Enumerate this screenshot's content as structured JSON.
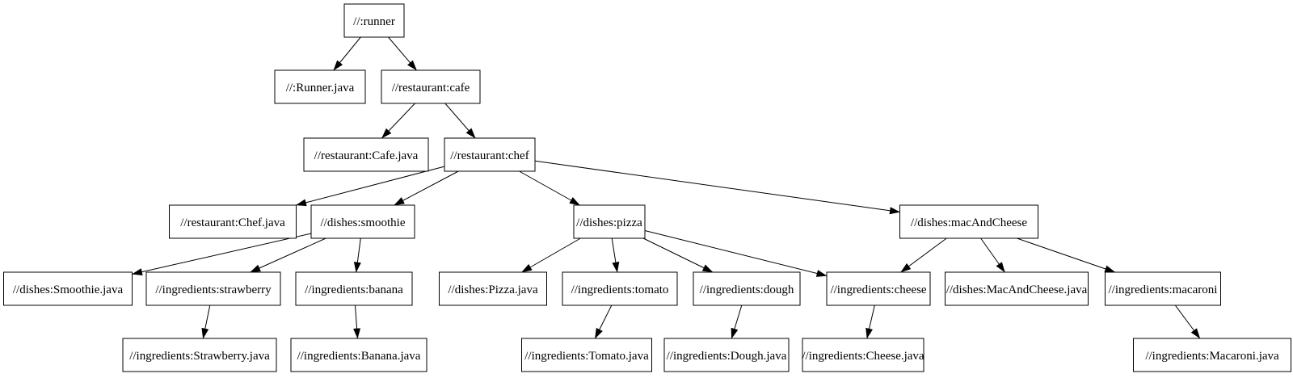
{
  "diagram": {
    "type": "dependency-graph",
    "background_color": "#ffffff",
    "node_fill_color": "#ffffff",
    "node_border_color": "#000000",
    "edge_color": "#000000",
    "text_color": "#000000",
    "nodes": [
      {
        "id": "runner",
        "label": "//:runner"
      },
      {
        "id": "runner_java",
        "label": "//:Runner.java"
      },
      {
        "id": "cafe",
        "label": "//restaurant:cafe"
      },
      {
        "id": "cafe_java",
        "label": "//restaurant:Cafe.java"
      },
      {
        "id": "chef",
        "label": "//restaurant:chef"
      },
      {
        "id": "chef_java",
        "label": "//restaurant:Chef.java"
      },
      {
        "id": "smoothie",
        "label": "//dishes:smoothie"
      },
      {
        "id": "pizza",
        "label": "//dishes:pizza"
      },
      {
        "id": "macAndCheese",
        "label": "//dishes:macAndCheese"
      },
      {
        "id": "smoothie_java",
        "label": "//dishes:Smoothie.java"
      },
      {
        "id": "strawberry",
        "label": "//ingredients:strawberry"
      },
      {
        "id": "banana",
        "label": "//ingredients:banana"
      },
      {
        "id": "pizza_java",
        "label": "//dishes:Pizza.java"
      },
      {
        "id": "tomato",
        "label": "//ingredients:tomato"
      },
      {
        "id": "dough",
        "label": "//ingredients:dough"
      },
      {
        "id": "cheese",
        "label": "//ingredients:cheese"
      },
      {
        "id": "macAndCheese_java",
        "label": "//dishes:MacAndCheese.java"
      },
      {
        "id": "macaroni",
        "label": "//ingredients:macaroni"
      },
      {
        "id": "strawberry_java",
        "label": "//ingredients:Strawberry.java"
      },
      {
        "id": "banana_java",
        "label": "//ingredients:Banana.java"
      },
      {
        "id": "tomato_java",
        "label": "//ingredients:Tomato.java"
      },
      {
        "id": "dough_java",
        "label": "//ingredients:Dough.java"
      },
      {
        "id": "cheese_java",
        "label": "//ingredients:Cheese.java"
      },
      {
        "id": "macaroni_java",
        "label": "//ingredients:Macaroni.java"
      }
    ],
    "edges": [
      [
        "runner",
        "runner_java"
      ],
      [
        "runner",
        "cafe"
      ],
      [
        "cafe",
        "cafe_java"
      ],
      [
        "cafe",
        "chef"
      ],
      [
        "chef",
        "chef_java"
      ],
      [
        "chef",
        "smoothie"
      ],
      [
        "chef",
        "pizza"
      ],
      [
        "chef",
        "macAndCheese"
      ],
      [
        "smoothie",
        "smoothie_java"
      ],
      [
        "smoothie",
        "strawberry"
      ],
      [
        "smoothie",
        "banana"
      ],
      [
        "pizza",
        "pizza_java"
      ],
      [
        "pizza",
        "tomato"
      ],
      [
        "pizza",
        "dough"
      ],
      [
        "pizza",
        "cheese"
      ],
      [
        "macAndCheese",
        "cheese"
      ],
      [
        "macAndCheese",
        "macAndCheese_java"
      ],
      [
        "macAndCheese",
        "macaroni"
      ],
      [
        "strawberry",
        "strawberry_java"
      ],
      [
        "banana",
        "banana_java"
      ],
      [
        "tomato",
        "tomato_java"
      ],
      [
        "dough",
        "dough_java"
      ],
      [
        "cheese",
        "cheese_java"
      ],
      [
        "macaroni",
        "macaroni_java"
      ]
    ]
  }
}
